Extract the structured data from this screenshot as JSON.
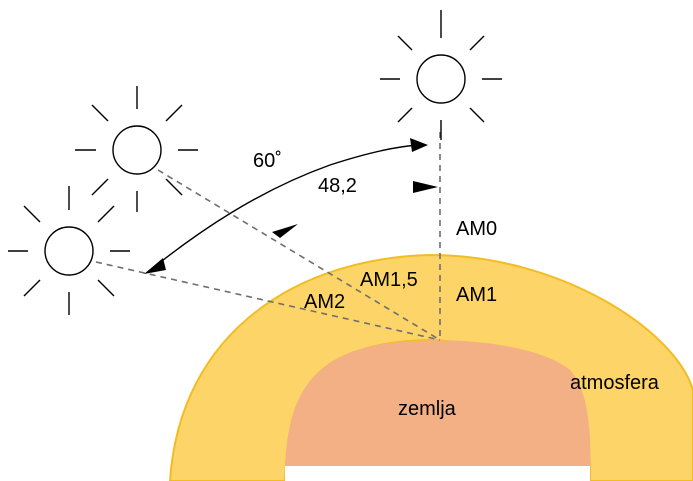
{
  "labels": {
    "angle_60": "60˚",
    "angle_48": "48,2",
    "am0": "AM0",
    "am1": "AM1",
    "am15": "AM1,5",
    "am2": "AM2",
    "earth": "zemlja",
    "atmosphere": "atmosfera"
  },
  "colors": {
    "atmosphere": "#fdd468",
    "atmosphere_edge": "#f2bd23",
    "earth": "#f2b084",
    "line": "#000000",
    "dashed": "#6e6e6e"
  },
  "icons": [
    "sun-icon",
    "sun-icon",
    "sun-icon"
  ]
}
